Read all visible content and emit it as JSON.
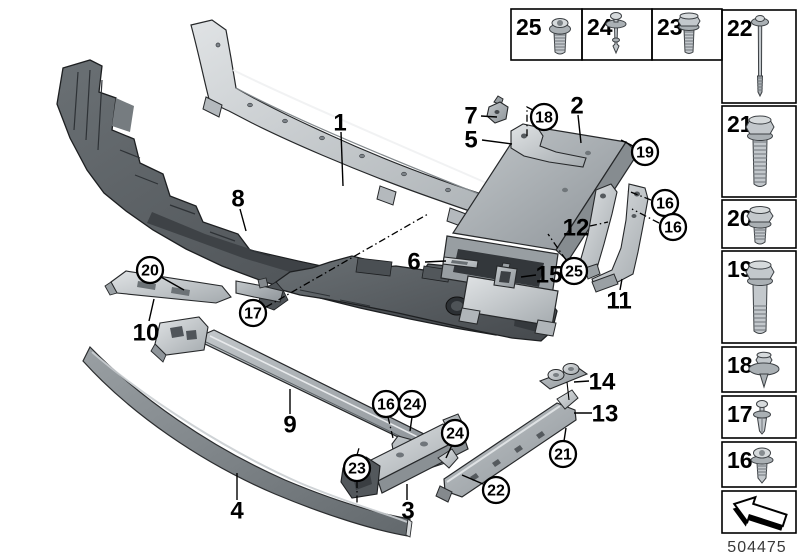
{
  "drawing_number": "504475",
  "part_callouts": [
    "1",
    "2",
    "3",
    "4",
    "5",
    "6",
    "7",
    "8",
    "9",
    "10",
    "11",
    "12",
    "13",
    "14",
    "15"
  ],
  "fastener_callouts": [
    "18",
    "19",
    "16",
    "16",
    "25",
    "17",
    "20",
    "16",
    "24",
    "24",
    "23",
    "22",
    "21"
  ],
  "fastener_boxes": {
    "top_row": [
      {
        "label": "25",
        "icon": "torx-flange-screw-icon"
      },
      {
        "label": "24",
        "icon": "blind-rivet-icon"
      },
      {
        "label": "23",
        "icon": "hex-washer-bolt-icon"
      }
    ],
    "right_column": [
      {
        "label": "22",
        "icon": "long-thin-screw-icon"
      },
      {
        "label": "21",
        "icon": "hex-flange-bolt-threaded-icon"
      },
      {
        "label": "20",
        "icon": "hex-flange-bolt-short-icon"
      },
      {
        "label": "19",
        "icon": "hex-flange-bolt-long-icon"
      },
      {
        "label": "18",
        "icon": "screw-with-large-washer-icon"
      },
      {
        "label": "17",
        "icon": "expansion-rivet-icon"
      },
      {
        "label": "16",
        "icon": "torx-washer-screw-icon"
      }
    ],
    "direction_indicator": {
      "icon": "direction-arrow-icon"
    }
  },
  "colors": {
    "background": "#ffffff",
    "outline": "#232527",
    "part_light": "#c6cbce",
    "part_dark": "#5b6064"
  }
}
